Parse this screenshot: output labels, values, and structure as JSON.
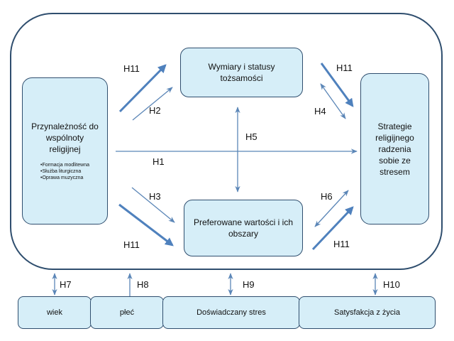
{
  "colors": {
    "box_fill": "#d6eef8",
    "box_border": "#2f4e6e",
    "arrow_thick": "#4f81bd",
    "arrow_thin": "#5b86b7"
  },
  "nodes": {
    "membership": {
      "title": "Przynależność do wspólnoty religijnej",
      "items": [
        "•Formacja modlitewna",
        "•Służba liturgiczna",
        "•Oprawa muzyczna"
      ]
    },
    "identity": {
      "title": "Wymiary i statusy tożsamości"
    },
    "values": {
      "title": "Preferowane wartości i ich obszary"
    },
    "coping": {
      "title": "Strategie religijnego radzenia sobie ze stresem"
    }
  },
  "bottom_boxes": [
    "wiek",
    "płeć",
    "Doświadczany stres",
    "Satysfakcja z życia"
  ],
  "hypotheses": {
    "h1": "H1",
    "h2": "H2",
    "h3": "H3",
    "h4": "H4",
    "h5": "H5",
    "h6": "H6",
    "h7": "H7",
    "h8": "H8",
    "h9": "H9",
    "h10": "H10",
    "h11_top_left": "H11",
    "h11_top_right": "H11",
    "h11_bottom_left": "H11",
    "h11_bottom_right": "H11"
  }
}
